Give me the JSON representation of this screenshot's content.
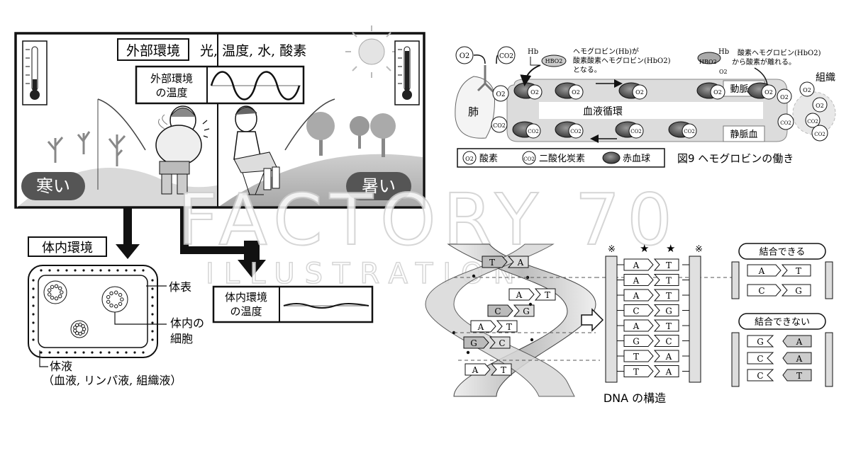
{
  "watermark": {
    "line1": "FACTORY 70",
    "line2": "ILLUSTRATION"
  },
  "environment": {
    "external_label": "外部環境",
    "external_items": "光, 温度, 水, 酸素",
    "external_temp_label_1": "外部環境",
    "external_temp_label_2": "の温度",
    "cold_label": "寒い",
    "hot_label": "暑い",
    "internal_label": "体内環境",
    "body_surface": "体表",
    "body_cells_1": "体内の",
    "body_cells_2": "細胞",
    "body_fluid": "体液",
    "body_fluid_detail": "（血液, リンパ液, 組織液）",
    "internal_temp_label_1": "体内環境",
    "internal_temp_label_2": "の温度"
  },
  "hemoglobin": {
    "caption": "図9 ヘモグロビンの働き",
    "o2": "O2",
    "co2": "CO2",
    "hb": "Hb",
    "hbo2": "HBO2",
    "binding_text_1": "ヘモグロビン(Hb)が",
    "binding_text_2": "酸素酸素ヘモグロビン(HbO2)",
    "binding_text_3": "となる。",
    "release_text_1": "酸素ヘモグロビン(HbO2)",
    "release_text_2": "から酸素が離れる。",
    "lung": "肺",
    "tissue": "組織",
    "artery": "動脈血",
    "vein": "静脈血",
    "circulation": "血液循環",
    "legend_oxygen": "酸素",
    "legend_co2": "二酸化炭素",
    "legend_rbc": "赤血球"
  },
  "dna": {
    "caption": "DNA の構造",
    "can_bind": "結合できる",
    "cannot_bind": "結合できない",
    "star": "★",
    "note": "※",
    "helix_pairs": [
      [
        "T",
        "A"
      ],
      [
        "A",
        "T"
      ],
      [
        "C",
        "G"
      ],
      [
        "A",
        "T"
      ],
      [
        "G",
        "C"
      ],
      [
        "A",
        "T"
      ]
    ],
    "ladder_pairs": [
      [
        "A",
        "T"
      ],
      [
        "A",
        "T"
      ],
      [
        "A",
        "T"
      ],
      [
        "C",
        "G"
      ],
      [
        "A",
        "T"
      ],
      [
        "G",
        "C"
      ],
      [
        "T",
        "A"
      ],
      [
        "T",
        "A"
      ]
    ],
    "good_pairs": [
      [
        "A",
        "T"
      ],
      [
        "C",
        "G"
      ]
    ],
    "bad_pairs": [
      [
        "G",
        "A"
      ],
      [
        "C",
        "A"
      ],
      [
        "C",
        "T"
      ]
    ]
  }
}
